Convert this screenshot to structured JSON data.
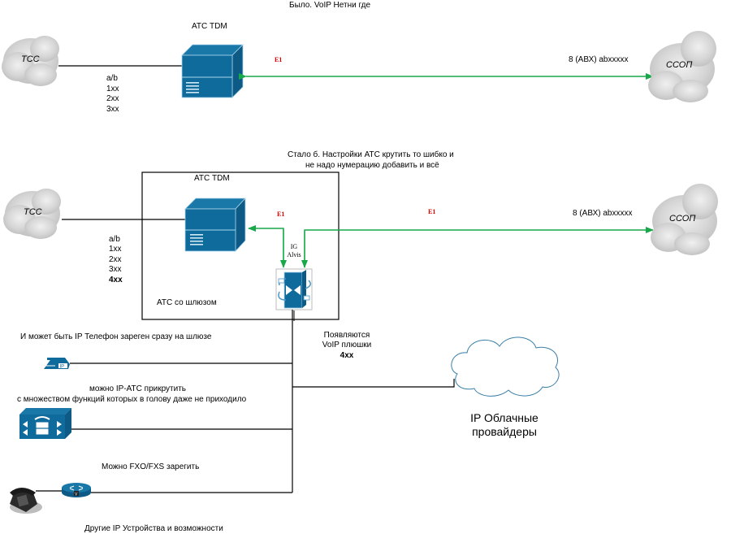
{
  "colors": {
    "device_blue": "#0f6b9c",
    "device_edge": "#a8d4ec",
    "link_green": "#17a84a",
    "e1_red": "#e00000",
    "cloud_gray": "#d0d0d0",
    "cloud_outline": "#3b7fa8"
  },
  "before": {
    "title": "Было. VoIP Нетни где",
    "pbx_label": "АТС  TDM",
    "tss_cloud": "ТСС",
    "pstn_cloud": "ССОП",
    "e1_label": "E1",
    "trunk_label": "8 (АВХ) abxxxxx",
    "numbering": [
      "a/b",
      "1xx",
      "2xx",
      "3xx"
    ]
  },
  "after": {
    "title_lines": [
      "Стало б. Настройки АТС крутить то шибко и",
      "не надо нумерацию добавить и всё"
    ],
    "pbx_label": "АТС  TDM",
    "box_label": "АТС  со шлюзом",
    "tss_cloud": "ТСС",
    "pstn_cloud": "ССОП",
    "e1_label_left": "E1",
    "e1_label_right": "E1",
    "gateway_label_lines": [
      "IG",
      "Alvis"
    ],
    "trunk_label": "8 (АВХ) abxxxxx",
    "numbering": [
      "a/b",
      "1xx",
      "2xx",
      "3xx"
    ],
    "numbering_new": "4xx"
  },
  "voip": {
    "appear_lines": [
      "Появляются",
      "VoIP плюшки"
    ],
    "appear_number": "4xx",
    "cloud_label_lines": [
      "IP Облачные",
      "провайдеры"
    ],
    "ip_phone_note": "И может быть IP  Телефон зареген сразу на шлюзе",
    "ip_pbx_note_lines": [
      "можно IP-АТС прикрутить",
      "с множеством функций которых в голову даже не приходило"
    ],
    "fxo_note": "Можно FXO/FXS зарегить",
    "other_note": "Другие IP  Устройства и возможности",
    "ip_phone_badge": "IP",
    "router_badge": "V"
  }
}
